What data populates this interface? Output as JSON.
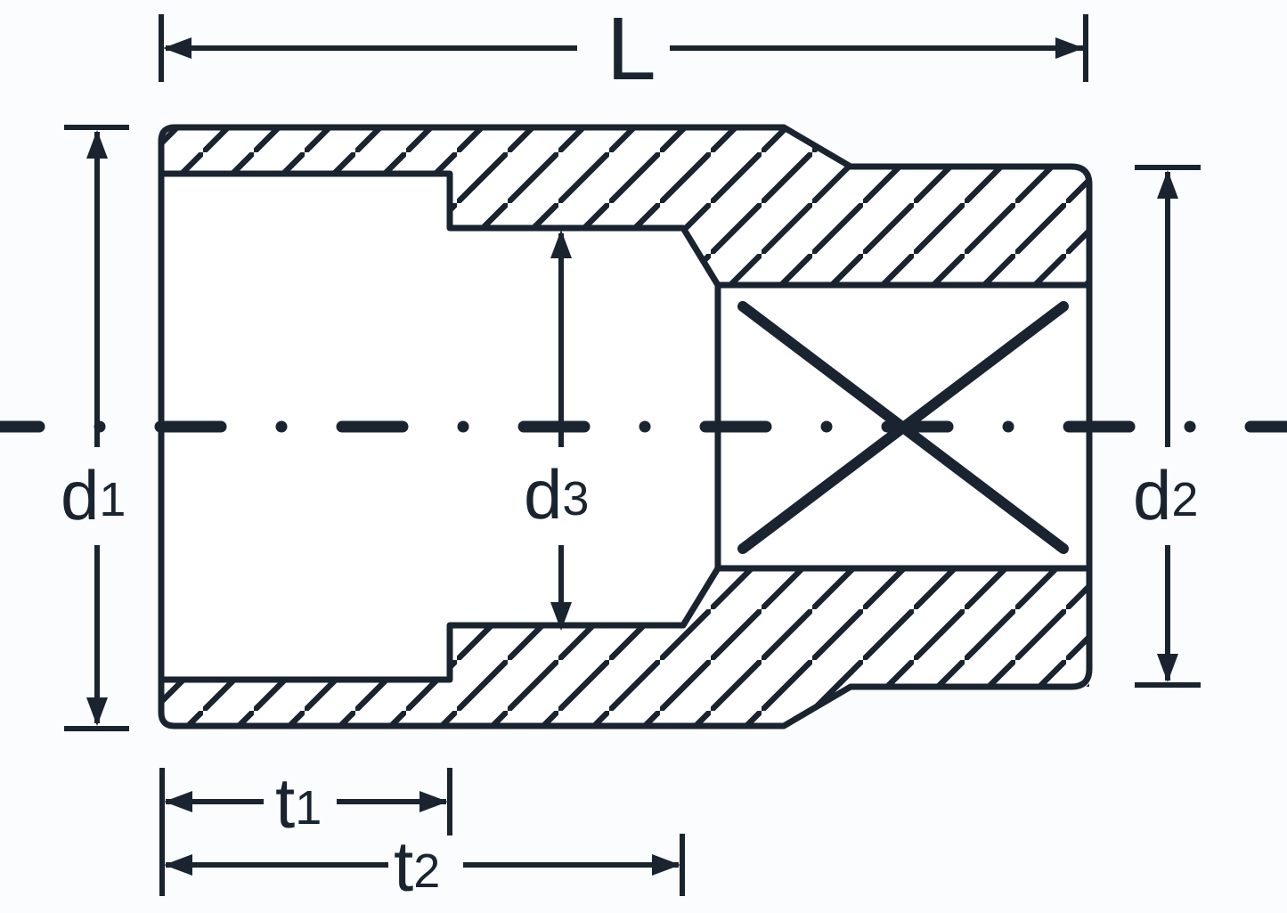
{
  "diagram": {
    "title": "socket-cross-section-dimension-drawing",
    "labels": {
      "length": {
        "main": "L",
        "sub": ""
      },
      "d1": {
        "main": "d",
        "sub": "1"
      },
      "d2": {
        "main": "d",
        "sub": "2"
      },
      "d3": {
        "main": "d",
        "sub": "3"
      },
      "t1": {
        "main": "t",
        "sub": "1"
      },
      "t2": {
        "main": "t",
        "sub": "2"
      }
    },
    "colors": {
      "ink": "#1a2430",
      "background": "#fbfcfd"
    }
  }
}
